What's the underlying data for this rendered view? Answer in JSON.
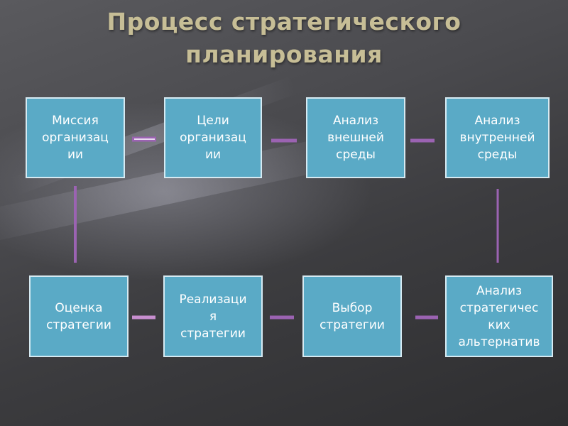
{
  "title_line1": "Процесс стратегического",
  "title_line2": "планирования",
  "colors": {
    "title": "#c7be96",
    "box_fill": "#5aaac6",
    "box_border": "#d6eaf2",
    "connector": "#9b63b2"
  },
  "boxes": {
    "mission": "Миссия\nорганизац\nии",
    "goals": "Цели\nорганизац\nии",
    "external": "Анализ\nвнешней\nсреды",
    "internal": "Анализ\nвнутренней\nсреды",
    "alternatives": "Анализ\nстратегичес\nких\nальтернатив",
    "choice": "Выбор\nстратегии",
    "implementation": "Реализаци\nя\nстратегии",
    "evaluation": "Оценка\nстратегии"
  }
}
